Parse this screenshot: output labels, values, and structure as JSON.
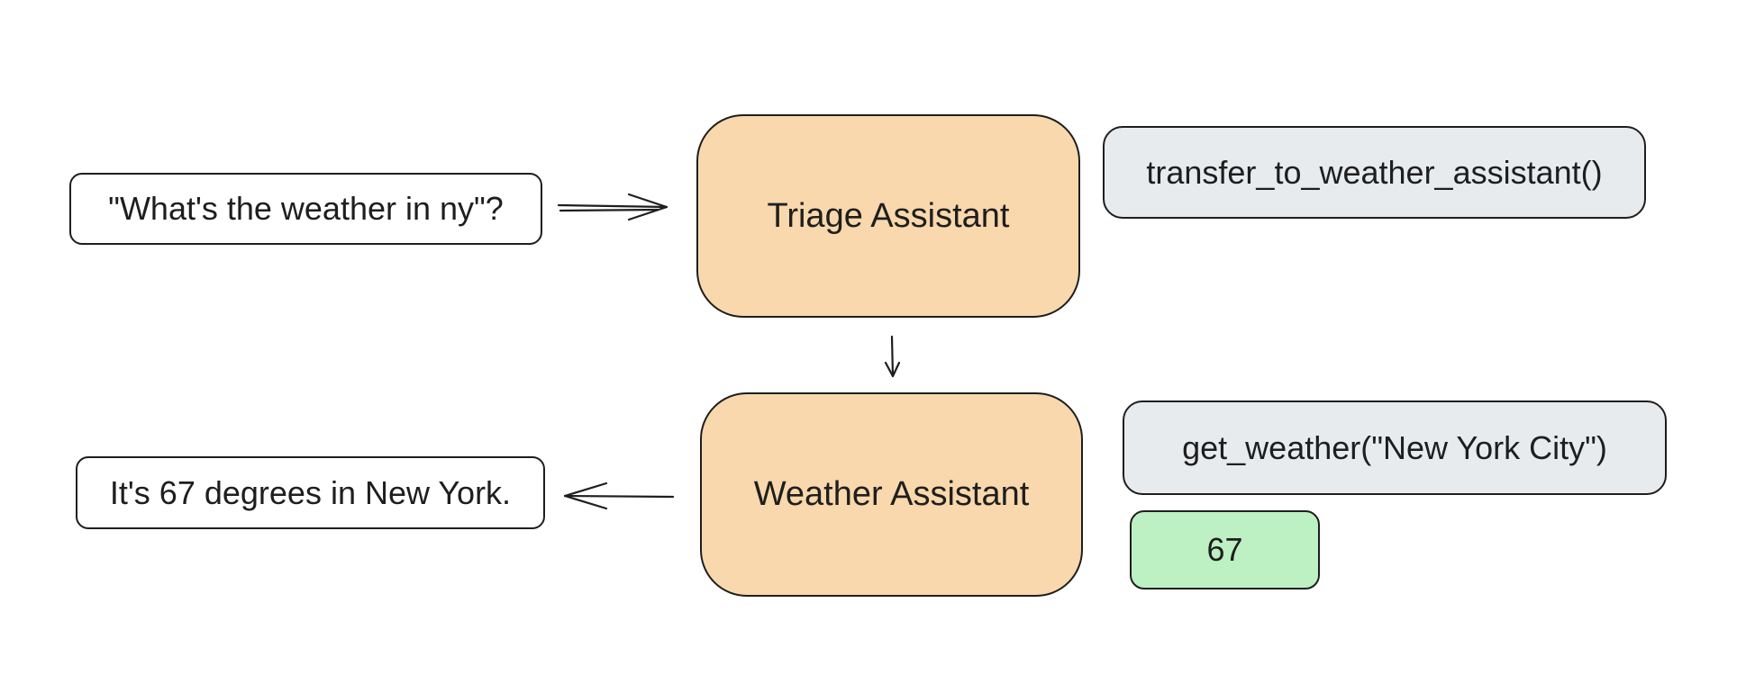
{
  "diagram": {
    "nodes": {
      "user_query": {
        "label": "\"What's the weather in ny\"?"
      },
      "triage_agent": {
        "label": "Triage Assistant"
      },
      "transfer_call": {
        "label": "transfer_to_weather_assistant()"
      },
      "weather_agent": {
        "label": "Weather Assistant"
      },
      "weather_call": {
        "label": "get_weather(\"New York City\")"
      },
      "weather_result": {
        "label": "67"
      },
      "final_response": {
        "label": "It's 67 degrees in New York."
      }
    },
    "edges": [
      {
        "from": "user_query",
        "to": "triage_agent"
      },
      {
        "from": "triage_agent",
        "to": "weather_agent"
      },
      {
        "from": "weather_agent",
        "to": "final_response"
      }
    ]
  },
  "colors": {
    "agent_fill": "#f8d8ac",
    "call_fill": "#e8ebee",
    "result_fill": "#bdf0c3",
    "message_fill": "#ffffff",
    "stroke": "#1e1e1e"
  }
}
